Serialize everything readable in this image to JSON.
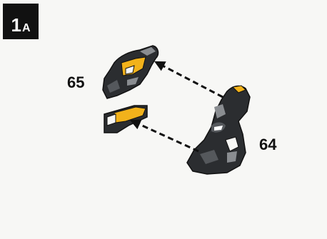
{
  "step": {
    "number": "1",
    "suffix": "A"
  },
  "parts": [
    {
      "id": "65",
      "label": "65"
    },
    {
      "id": "64",
      "label": "64"
    }
  ],
  "colors": {
    "part_dark": "#2b2d30",
    "part_highlight": "#8a8d91",
    "part_accent": "#f2b21b",
    "arrow": "#111111",
    "badge_bg": "#111111"
  }
}
